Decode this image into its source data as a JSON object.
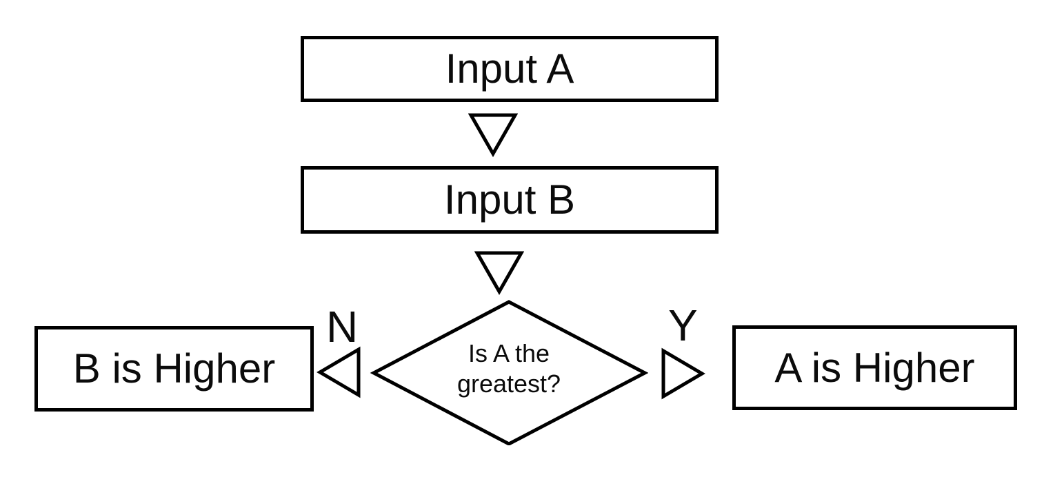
{
  "diagram": {
    "type": "flowchart",
    "background_color": "#ffffff",
    "line_color": "#000000",
    "shape_fill_color": "#ffffff",
    "nodes": {
      "input_a": "Input A",
      "input_b": "Input B",
      "decision_line1": "Is A the",
      "decision_line2": "greatest?",
      "b_higher": "B is Higher",
      "a_higher": "A is Higher"
    },
    "branch_labels": {
      "no": "N",
      "yes": "Y"
    }
  }
}
